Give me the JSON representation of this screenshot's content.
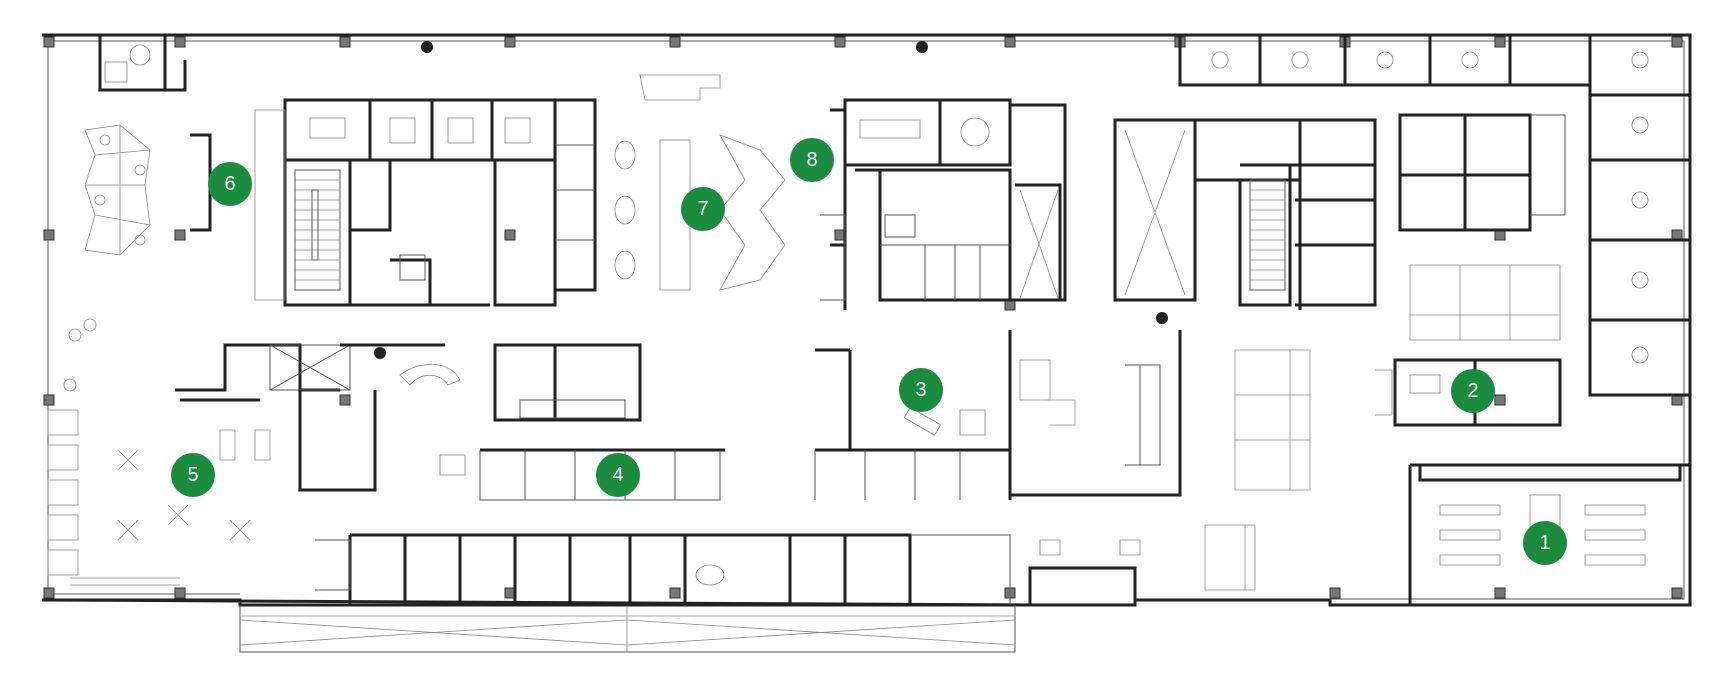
{
  "markers": [
    {
      "id": "1",
      "label": "1"
    },
    {
      "id": "2",
      "label": "2"
    },
    {
      "id": "3",
      "label": "3"
    },
    {
      "id": "4",
      "label": "4"
    },
    {
      "id": "5",
      "label": "5"
    },
    {
      "id": "6",
      "label": "6"
    },
    {
      "id": "7",
      "label": "7"
    },
    {
      "id": "8",
      "label": "8"
    }
  ],
  "colors": {
    "marker": "#1a8c3e",
    "marker_text": "#ffffff",
    "walls": "#222222",
    "furniture": "#888888"
  },
  "icons": [
    "desk-chair-icon",
    "plant-icon",
    "column-icon",
    "door-swing-icon",
    "stair-icon"
  ]
}
